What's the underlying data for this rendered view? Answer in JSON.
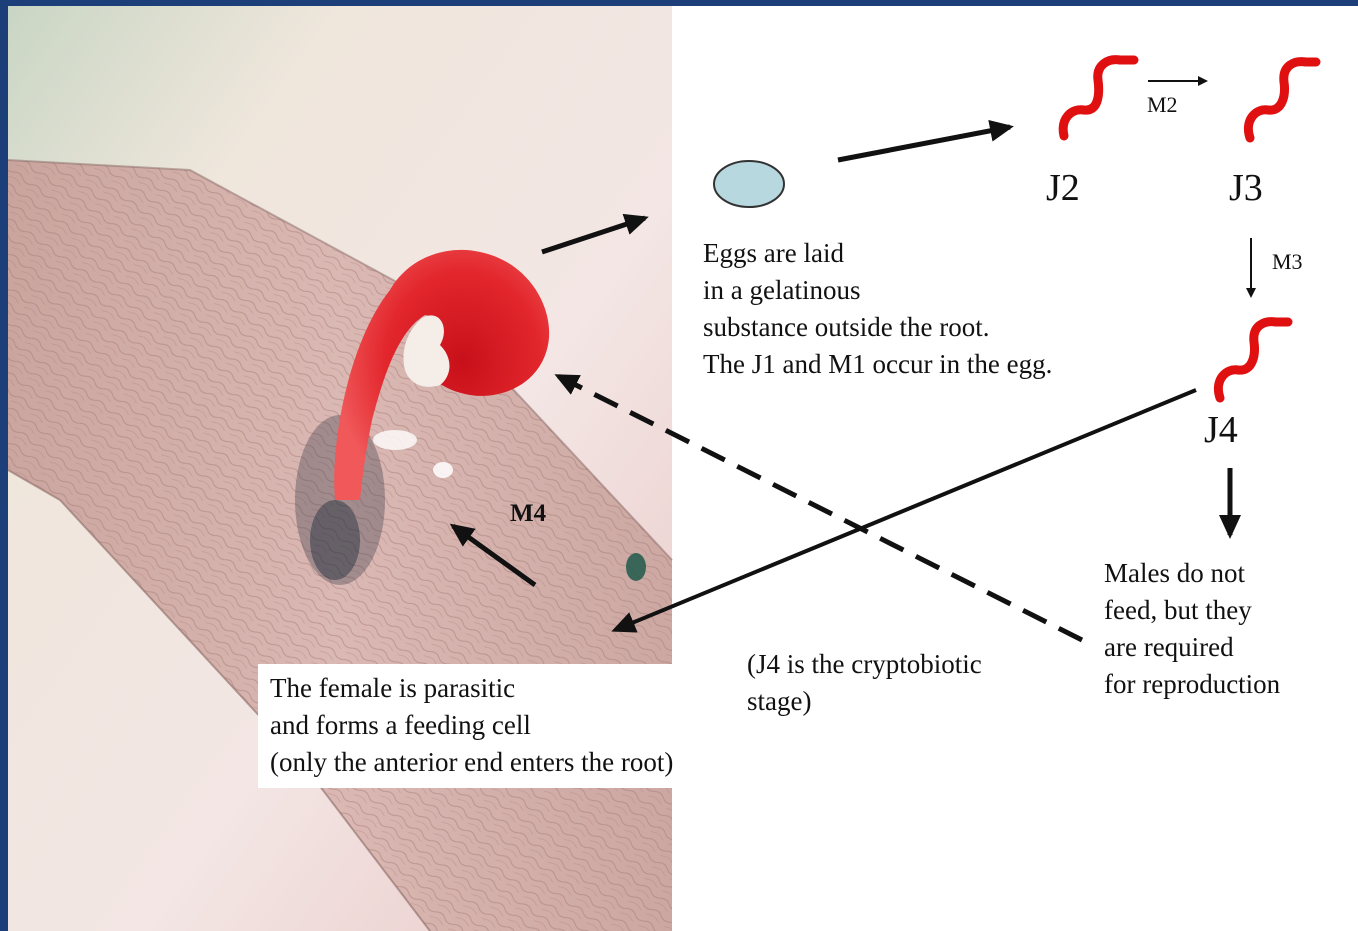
{
  "labels": {
    "j2": "J2",
    "j3": "J3",
    "j4": "J4",
    "m2": "M2",
    "m3": "M3",
    "m4": "M4"
  },
  "text": {
    "eggs": [
      "Eggs are laid",
      "in a gelatinous",
      "substance outside the root.",
      "The J1 and M1 occur in the egg."
    ],
    "female": [
      "The female is parasitic",
      "and forms a feeding cell",
      "(only the anterior end enters the root)"
    ],
    "cryptobiotic": [
      "(J4 is the cryptobiotic",
      "stage)"
    ],
    "males": [
      "Males do not",
      "feed, but they",
      "are required",
      "for reproduction"
    ]
  },
  "colors": {
    "background": "#1c3f7a",
    "worm": "#e01010",
    "egg": "#b8d8e0",
    "female_stain": "#e8262a"
  }
}
